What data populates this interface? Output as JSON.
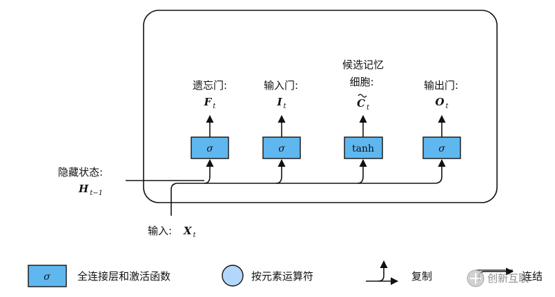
{
  "colors": {
    "gate_fill": "#5fb7ef",
    "stroke": "#111111",
    "legend_circle_fill": "#b3d7fb",
    "watermark": "#8a8a8a"
  },
  "gates": [
    {
      "id": "forget",
      "label": "遗忘门:",
      "symbol": "F",
      "subscript": "t",
      "op": "σ"
    },
    {
      "id": "input",
      "label": "输入门:",
      "symbol": "I",
      "subscript": "t",
      "op": "σ"
    },
    {
      "id": "candidate",
      "label_line1": "候选记忆",
      "label_line2": "细胞:",
      "symbol": "C",
      "subscript": "t",
      "op": "tanh"
    },
    {
      "id": "output",
      "label": "输出门:",
      "symbol": "O",
      "subscript": "t",
      "op": "σ"
    }
  ],
  "hidden_state": {
    "label": "隐藏状态:",
    "symbol": "H",
    "subscript": "t−1"
  },
  "input_x": {
    "label": "输入:",
    "symbol": "X",
    "subscript": "t"
  },
  "legend": {
    "fc": {
      "symbol": "σ",
      "text": "全连接层和激活函数"
    },
    "elementwise": {
      "text": "按元素运算符"
    },
    "copy": {
      "text": "复制"
    },
    "concat": {
      "text": "连结"
    }
  },
  "watermark": {
    "text": "创新互联"
  }
}
